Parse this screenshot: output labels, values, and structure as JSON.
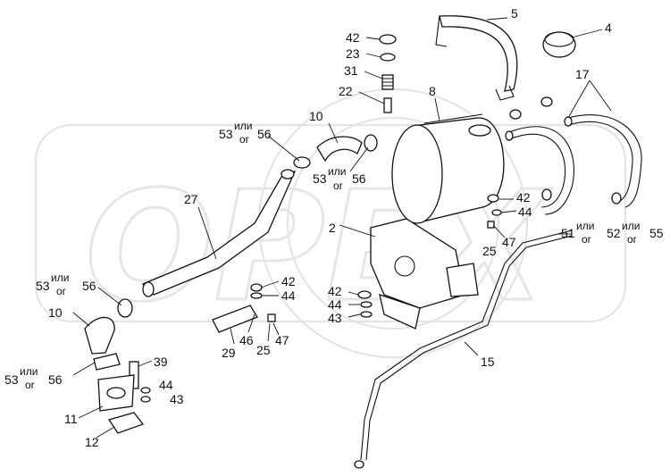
{
  "watermark": {
    "text": "OPEX"
  },
  "labels": {
    "n5": "5",
    "n4": "4",
    "n42a": "42",
    "n23": "23",
    "n31": "31",
    "n22": "22",
    "n8": "8",
    "n17": "17",
    "n10a": "10",
    "n53a": "53",
    "ili_a": "или",
    "or_a": "or",
    "n56a": "56",
    "n53b": "53",
    "ili_b": "или",
    "or_b": "or",
    "n56b": "56",
    "n27": "27",
    "n2": "2",
    "n42b": "42",
    "n44b": "44",
    "n25b": "25",
    "n47b": "47",
    "n51": "51",
    "ili_c": "или",
    "or_c": "or",
    "n52": "52",
    "ili_d": "или",
    "or_d": "or",
    "n55": "55",
    "n53c": "53",
    "ili_e": "или",
    "or_e": "or",
    "n56c": "56",
    "n42c": "42",
    "n44c": "44",
    "n29": "29",
    "n46": "46",
    "n25c": "25",
    "n47c": "47",
    "n42d": "42",
    "n44d": "44",
    "n43d": "43",
    "n15": "15",
    "n10b": "10",
    "n53d": "53",
    "ili_f": "или",
    "or_f": "or",
    "n56d": "56",
    "n39": "39",
    "n44e": "44",
    "n43e": "43",
    "n11": "11",
    "n12": "12"
  }
}
